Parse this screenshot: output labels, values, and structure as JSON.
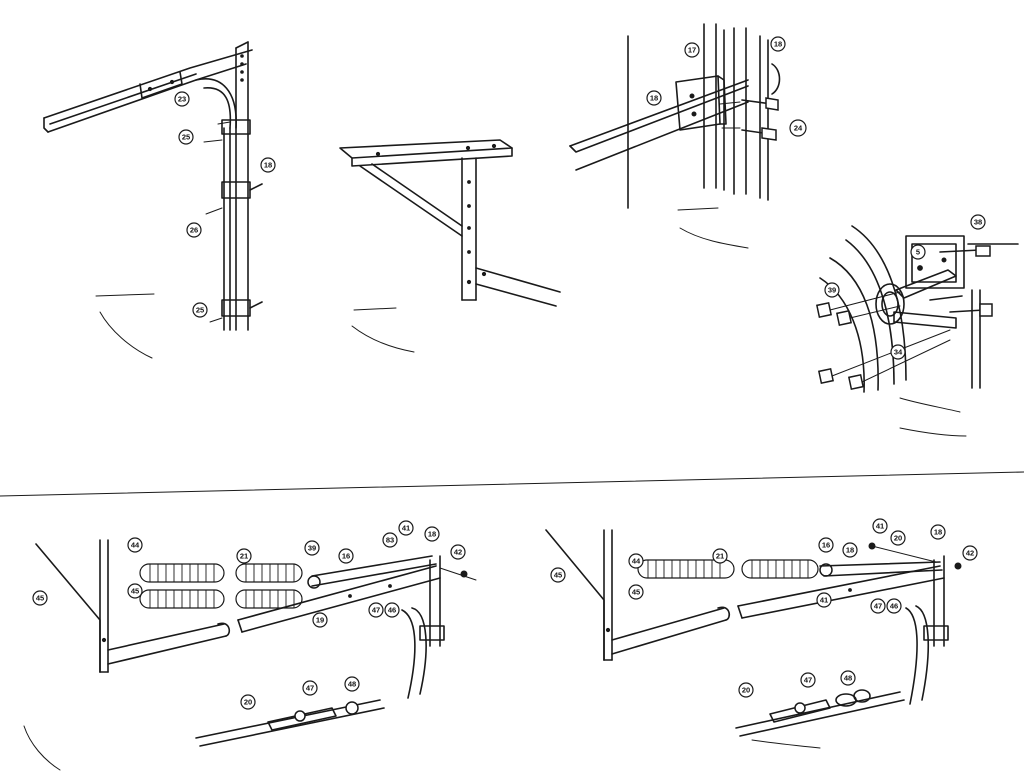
{
  "callouts": {
    "v1_a": "23",
    "v1_b": "25",
    "v1_c": "18",
    "v1_d": "26",
    "v1_e": "25",
    "v3_a": "17",
    "v3_b": "18",
    "v3_c": "18",
    "v3_d": "24",
    "v4_a": "38",
    "v4_b": "5",
    "v4_c": "39",
    "v4_d": "34",
    "v5_a": "44",
    "v5_b": "45",
    "v5_c": "45",
    "v5_d": "21",
    "v5_e": "39",
    "v5_f": "16",
    "v5_g": "83",
    "v5_h": "41",
    "v5_i": "18",
    "v5_j": "42",
    "v5_k": "19",
    "v5_l": "47",
    "v5_m": "46",
    "v5_n": "20",
    "v5_o": "47",
    "v5_p": "48",
    "v6_a": "45",
    "v6_b": "44",
    "v6_c": "45",
    "v6_d": "21",
    "v6_e": "16",
    "v6_f": "18",
    "v6_g": "41",
    "v6_h": "20",
    "v6_i": "18",
    "v6_j": "42",
    "v6_k": "41",
    "v6_l": "47",
    "v6_m": "46",
    "v6_n": "20",
    "v6_o": "47",
    "v6_p": "48"
  }
}
